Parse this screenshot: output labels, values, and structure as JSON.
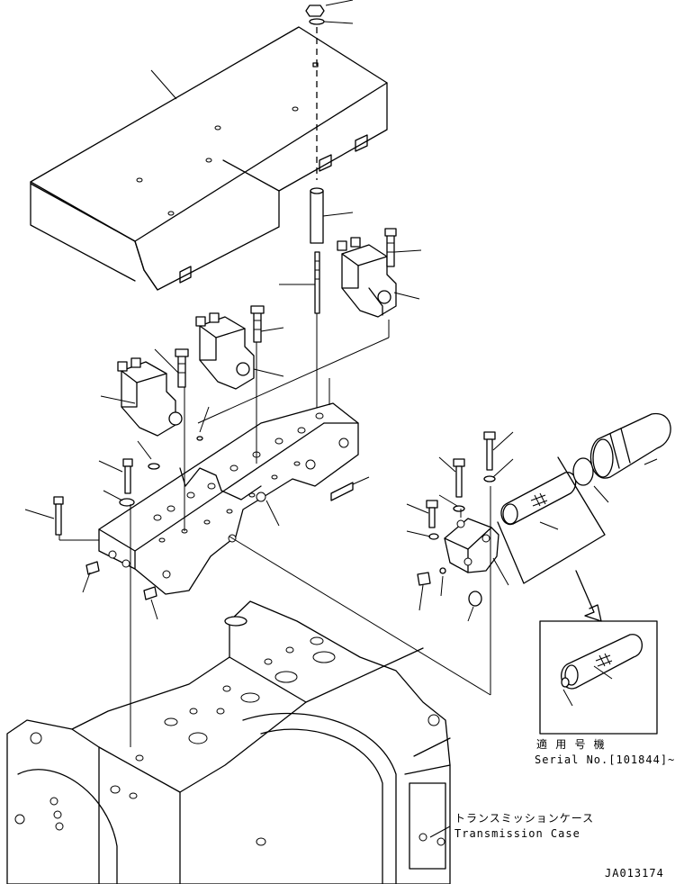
{
  "labels": {
    "serial_jp": "適 用 号 機",
    "serial_en": "Serial No.[101844]~",
    "case_jp": "トランスミッションケース",
    "case_en": "Transmission Case",
    "drawing_code": "JA013174"
  }
}
